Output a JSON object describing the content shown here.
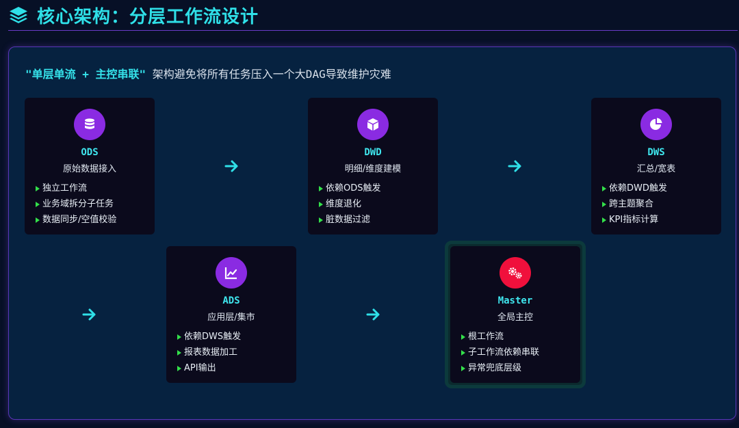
{
  "header": {
    "title": "核心架构：分层工作流设计",
    "icon": "layers-icon"
  },
  "intro": {
    "highlight": "\"单层单流 + 主控串联\"",
    "text": " 架构避免将所有任务压入一个大DAG导致维护灾难"
  },
  "colors": {
    "accent": "#2fe0e8",
    "purple": "#8a2be2",
    "red": "#f0103c",
    "green": "#33e04a"
  },
  "layers": [
    {
      "name": "ODS",
      "sub": "原始数据接入",
      "icon": "database-icon",
      "items": [
        "独立工作流",
        "业务域拆分子任务",
        "数据同步/空值校验"
      ]
    },
    {
      "name": "DWD",
      "sub": "明细/维度建模",
      "icon": "cube-icon",
      "items": [
        "依赖ODS触发",
        "维度退化",
        "脏数据过滤"
      ]
    },
    {
      "name": "DWS",
      "sub": "汇总/宽表",
      "icon": "pie-chart-icon",
      "items": [
        "依赖DWD触发",
        "跨主题聚合",
        "KPI指标计算"
      ]
    },
    {
      "name": "ADS",
      "sub": "应用层/集市",
      "icon": "line-chart-icon",
      "items": [
        "依赖DWS触发",
        "报表数据加工",
        "API输出"
      ]
    },
    {
      "name": "Master",
      "sub": "全局主控",
      "icon": "gears-icon",
      "items": [
        "根工作流",
        "子工作流依赖串联",
        "异常兜底层级"
      ]
    }
  ]
}
